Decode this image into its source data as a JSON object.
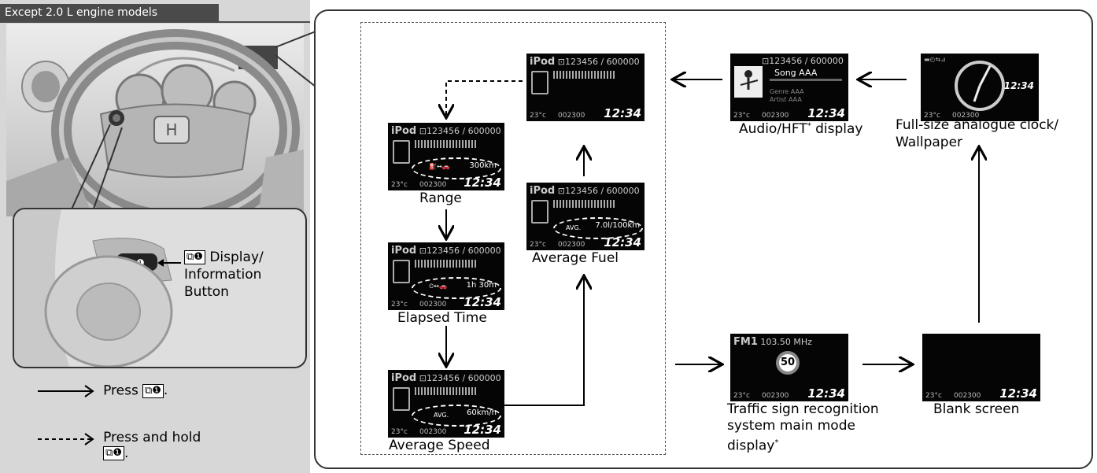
{
  "header_tab": "Except 2.0 L engine models",
  "callout": {
    "glyph": "⧉❶",
    "line1": "Display/",
    "line2": "Information",
    "line3": "Button"
  },
  "legend": {
    "press_label": "Press",
    "press_suffix": ".",
    "hold_label": "Press and hold",
    "hold_suffix": ".",
    "glyph": "⧉❶"
  },
  "screens": {
    "top_ipod": {
      "source": "iPod",
      "track": "⊡123456 / 600000",
      "temp": "23°c",
      "odo": "002300",
      "time": "12:34"
    },
    "range": {
      "source": "iPod",
      "track": "⊡123456 / 600000",
      "value": "300km",
      "temp": "23°c",
      "odo": "002300",
      "time": "12:34"
    },
    "elapsed": {
      "source": "iPod",
      "track": "⊡123456 / 600000",
      "value": "1h 30m",
      "temp": "23°c",
      "odo": "002300",
      "time": "12:34"
    },
    "avg_speed": {
      "source": "iPod",
      "track": "⊡123456 / 600000",
      "prefix": "AVG.",
      "value": "60km/h",
      "temp": "23°c",
      "odo": "002300",
      "time": "12:34"
    },
    "avg_fuel": {
      "source": "iPod",
      "track": "⊡123456 / 600000",
      "prefix": "AVG.",
      "value": "7.0l/100km",
      "temp": "23°c",
      "odo": "002300",
      "time": "12:34"
    },
    "audio": {
      "track": "⊡123456 / 600000",
      "song": "Song AAA",
      "genre": "Genre AAA",
      "artist": "Artist AAA",
      "temp": "23°c",
      "odo": "002300",
      "time": "12:34"
    },
    "clock": {
      "temp": "23°c",
      "odo": "002300",
      "time": "12:34"
    },
    "traffic": {
      "band": "FM1",
      "freq": "103.50 MHz",
      "sign": "50",
      "temp": "23°c",
      "odo": "002300",
      "time": "12:34"
    },
    "blank": {
      "temp": "23°c",
      "odo": "002300",
      "time": "12:34"
    }
  },
  "labels": {
    "range": "Range",
    "elapsed": "Elapsed Time",
    "avg_speed": "Average Speed",
    "avg_fuel": "Average Fuel",
    "audio": "Audio/HFT",
    "audio_suffix": " display",
    "clock1": "Full-size analogue clock/",
    "clock2": "Wallpaper",
    "traffic1": "Traffic sign recognition",
    "traffic2": "system main mode",
    "traffic3": "display",
    "blank": "Blank screen",
    "asterisk": "*"
  }
}
